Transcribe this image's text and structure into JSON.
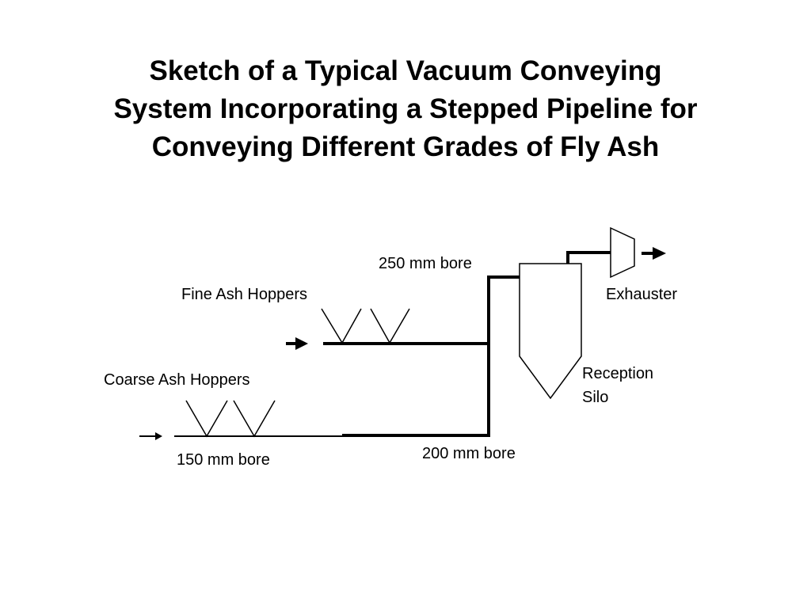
{
  "slide": {
    "title_lines": [
      "Sketch of a Typical Vacuum Conveying",
      "System Incorporating a Stepped Pipeline for",
      "Conveying Different Grades of Fly Ash"
    ]
  },
  "diagram": {
    "labels": {
      "fine_hoppers": "Fine Ash Hoppers",
      "coarse_hoppers": "Coarse Ash Hoppers",
      "bore_150": "150 mm bore",
      "bore_200": "200 mm bore",
      "bore_250": "250 mm bore",
      "exhauster": "Exhauster",
      "reception_line1": "Reception",
      "reception_line2": "Silo"
    },
    "colors": {
      "ink": "#000000",
      "background": "#ffffff"
    }
  }
}
